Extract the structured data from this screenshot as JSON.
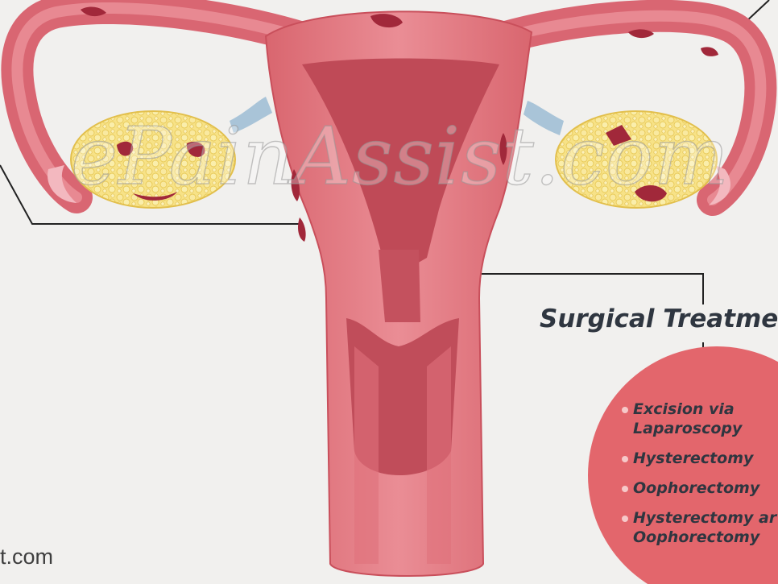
{
  "diagram": {
    "watermark": "ePainAssist.com",
    "site_label": "t.com",
    "colors": {
      "background": "#f1f0ee",
      "tissue": "#e27c88",
      "tissue_dark": "#b94554",
      "lesion": "#9e2432",
      "ovary": "#f5dd74",
      "ligament": "#a9c4d8",
      "callout_circle": "#e3666c",
      "leader_line": "#222222",
      "text": "#2f3640"
    },
    "icons": {
      "bullet": "bullet-dot-icon"
    }
  },
  "treatment": {
    "heading": "Surgical Treatme",
    "items": [
      {
        "label": "Excision via\nLaparoscopy"
      },
      {
        "label": "Hysterectomy"
      },
      {
        "label": "Oophorectomy"
      },
      {
        "label": "Hysterectomy ar\nOophorectomy"
      }
    ]
  }
}
